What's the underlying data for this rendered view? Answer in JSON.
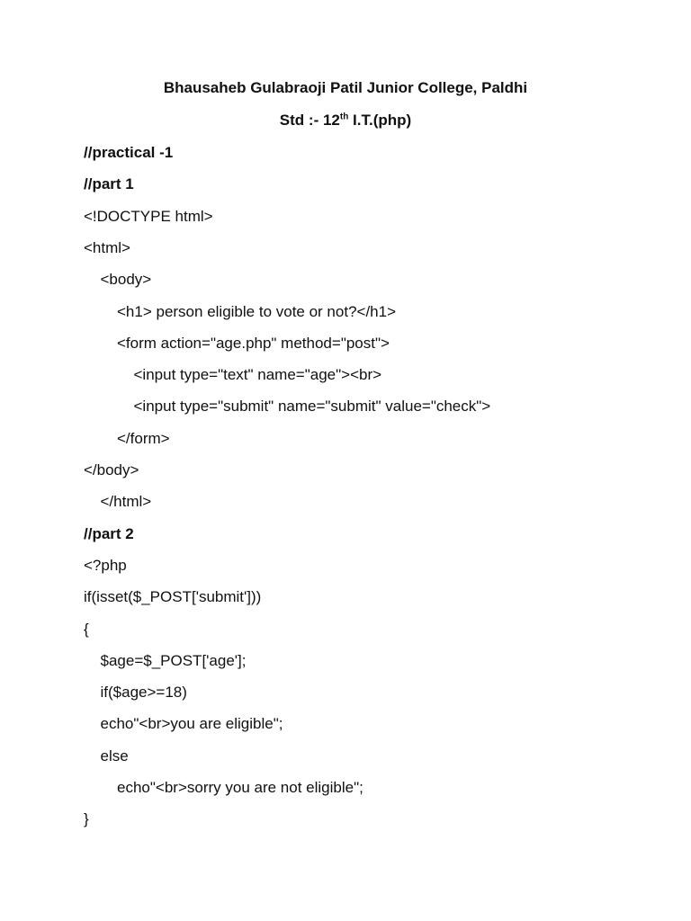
{
  "header": {
    "college": "Bhausaheb Gulabraoji Patil Junior College, Paldhi",
    "std_prefix": "Std :- 12",
    "std_sup": "th",
    "std_suffix": " I.T.(php)"
  },
  "lines": [
    {
      "text": "//practical -1",
      "bold": true,
      "indent": 0
    },
    {
      "text": "//part 1",
      "bold": true,
      "indent": 0
    },
    {
      "text": "<!DOCTYPE html>",
      "bold": false,
      "indent": 0
    },
    {
      "text": "<html>",
      "bold": false,
      "indent": 0
    },
    {
      "text": "<body>",
      "bold": false,
      "indent": 1
    },
    {
      "text": "<h1> person eligible to vote or not?</h1>",
      "bold": false,
      "indent": 2
    },
    {
      "text": "<form action=\"age.php\" method=\"post\">",
      "bold": false,
      "indent": 2
    },
    {
      "text": "<input type=\"text\" name=\"age\"><br>",
      "bold": false,
      "indent": 3
    },
    {
      "text": "<input type=\"submit\" name=\"submit\" value=\"check\">",
      "bold": false,
      "indent": 3
    },
    {
      "text": "</form>",
      "bold": false,
      "indent": 2
    },
    {
      "text": "</body>",
      "bold": false,
      "indent": 0
    },
    {
      "text": "</html>",
      "bold": false,
      "indent": 1
    },
    {
      "text": "//part 2",
      "bold": true,
      "indent": 0
    },
    {
      "text": "<?php",
      "bold": false,
      "indent": 0
    },
    {
      "text": "if(isset($_POST['submit']))",
      "bold": false,
      "indent": 0
    },
    {
      "text": "{",
      "bold": false,
      "indent": 0
    },
    {
      "text": "$age=$_POST['age'];",
      "bold": false,
      "indent": 1
    },
    {
      "text": "if($age>=18)",
      "bold": false,
      "indent": 1
    },
    {
      "text": "echo\"<br>you are eligible\";",
      "bold": false,
      "indent": 1
    },
    {
      "text": "else",
      "bold": false,
      "indent": 1
    },
    {
      "text": "echo\"<br>sorry you are not eligible\";",
      "bold": false,
      "indent": 2
    },
    {
      "text": "}",
      "bold": false,
      "indent": 0
    }
  ]
}
